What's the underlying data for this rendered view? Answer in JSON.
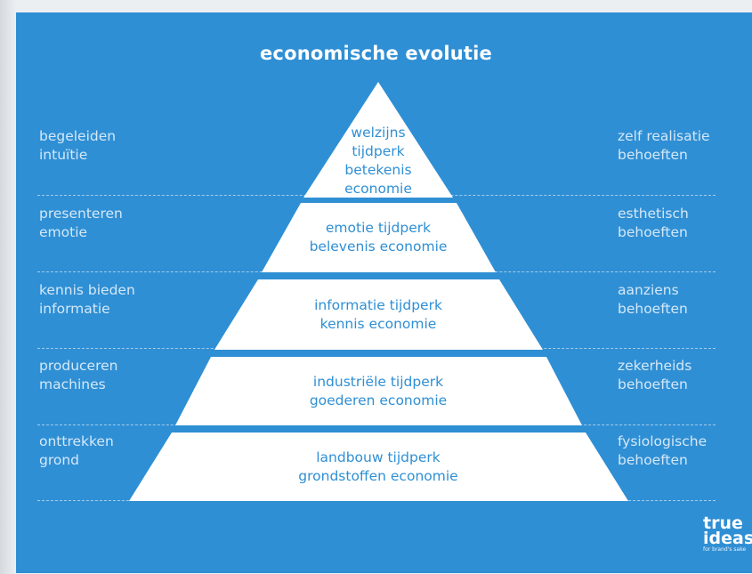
{
  "title": "economische evolutie",
  "colors": {
    "background": "#2f8fd4",
    "pyramid": "#ffffff",
    "side_text": "#d4e8f8"
  },
  "levels": [
    {
      "left": "begeleiden\nintuïtie",
      "tier": "welzijns\ntijdperk\nbetekenis\neconomie",
      "right": "zelf realisatie\nbehoeften"
    },
    {
      "left": "presenteren\nemotie",
      "tier": "emotie tijdperk\nbelevenis economie",
      "right": "esthetisch\nbehoeften"
    },
    {
      "left": "kennis bieden\ninformatie",
      "tier": "informatie tijdperk\nkennis economie",
      "right": "aanziens\nbehoeften"
    },
    {
      "left": "produceren\nmachines",
      "tier": "industriële tijdperk\ngoederen economie",
      "right": "zekerheids\nbehoeften"
    },
    {
      "left": "onttrekken\ngrond",
      "tier": "landbouw tijdperk\ngrondstoffen economie",
      "right": "fysiologische\nbehoeften"
    }
  ],
  "logo": {
    "line1": "true",
    "line2": "ideas",
    "tagline": "for brand's sake"
  }
}
